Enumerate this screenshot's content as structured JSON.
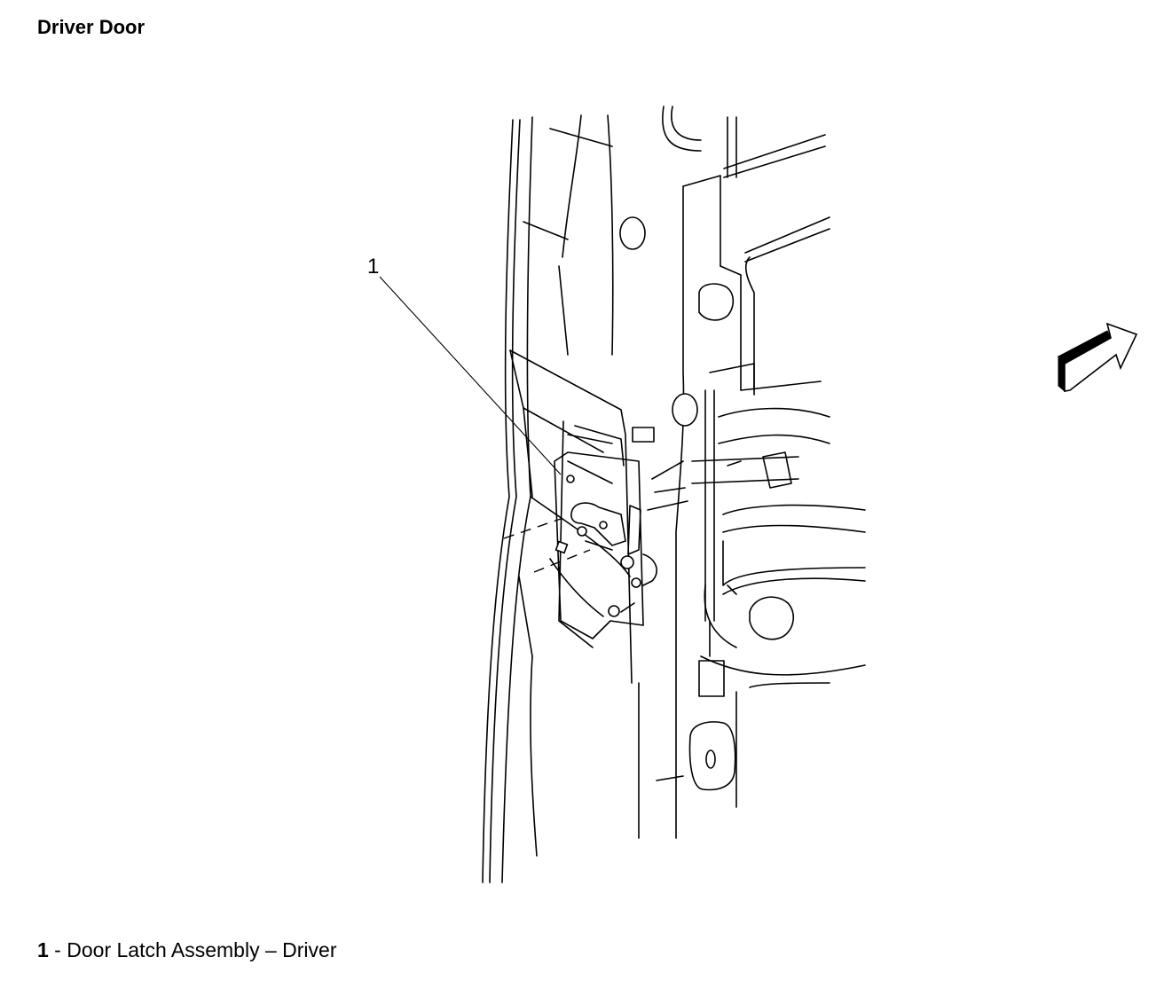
{
  "title": "Driver Door",
  "callouts": [
    {
      "number": "1",
      "label": "Door Latch Assembly – Driver"
    }
  ],
  "legend_separator": " - ",
  "icons": [
    "view-direction-arrow-icon"
  ]
}
